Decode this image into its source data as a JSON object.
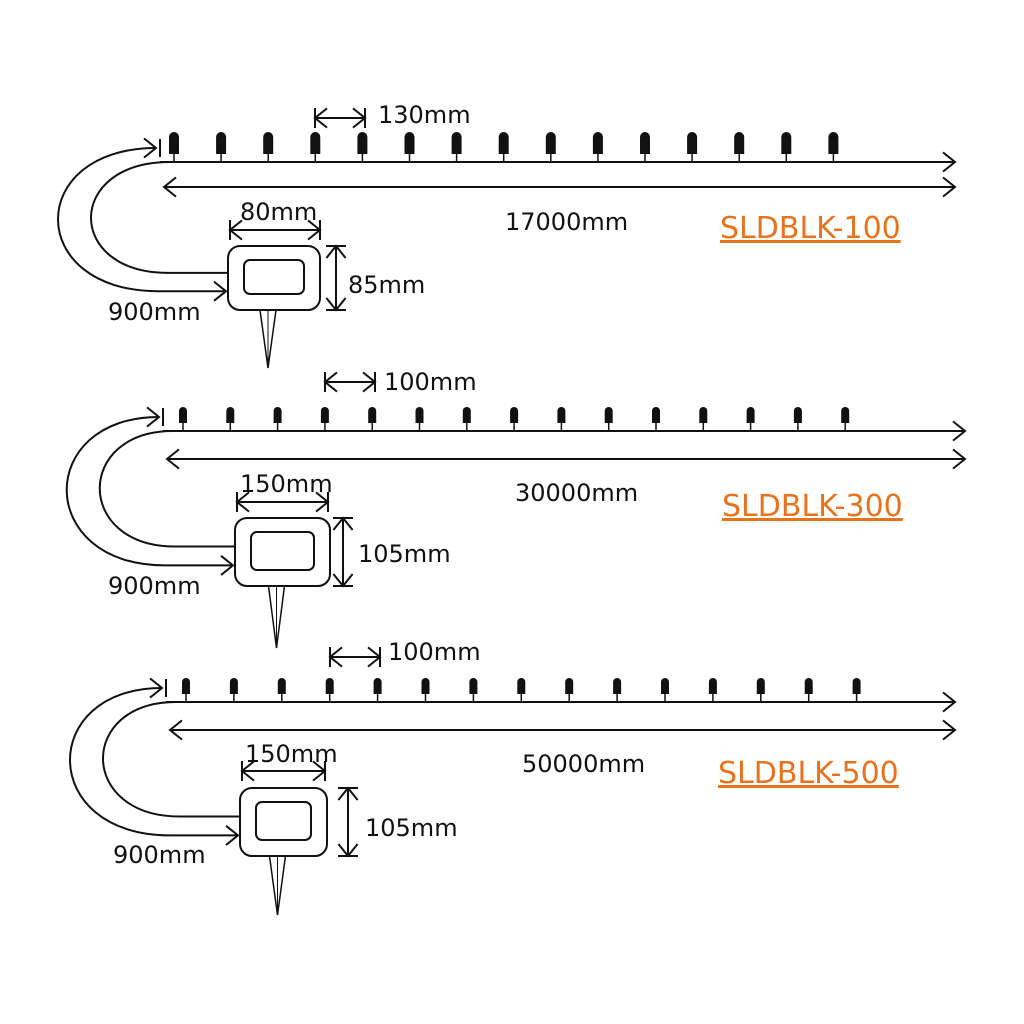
{
  "colors": {
    "line": "#111111",
    "model": "#e8731e"
  },
  "panels": [
    {
      "model": "SLDBLK-100",
      "spacing": "130mm",
      "total_length": "17000mm",
      "box_width": "80mm",
      "box_height": "85mm",
      "lead_length": "900mm",
      "bulb_count": 15
    },
    {
      "model": "SLDBLK-300",
      "spacing": "100mm",
      "total_length": "30000mm",
      "box_width": "150mm",
      "box_height": "105mm",
      "lead_length": "900mm",
      "bulb_count": 15
    },
    {
      "model": "SLDBLK-500",
      "spacing": "100mm",
      "total_length": "50000mm",
      "box_width": "150mm",
      "box_height": "105mm",
      "lead_length": "900mm",
      "bulb_count": 15
    }
  ]
}
